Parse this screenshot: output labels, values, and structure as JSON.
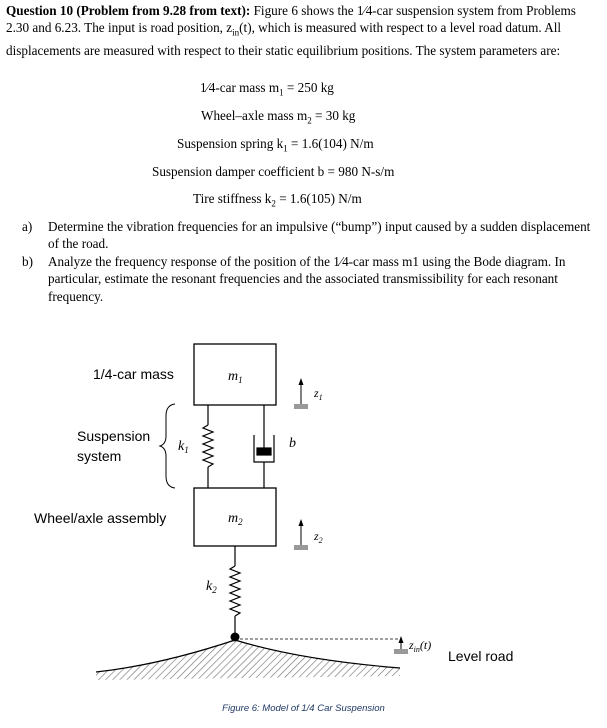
{
  "question": {
    "heading": "Question 10 (Problem from 9.28 from text):",
    "intro_1": " Figure 6 shows the 1⁄4-car suspension system from Problems 2.30 and 6.23. The input is road position, z",
    "intro_sub": "in",
    "intro_2": "(t), which is measured with respect to a level road datum. All displacements are measured with respect to their static equilibrium positions. The system parameters are:"
  },
  "parameters": [
    {
      "name": "1⁄4-car mass m",
      "sub": "1",
      "value": " = 250 kg"
    },
    {
      "name": "Wheel–axle mass m",
      "sub": "2",
      "value": " = 30 kg"
    },
    {
      "name": "Suspension spring k",
      "sub": "1",
      "value": " = 1.6(104) N/m"
    },
    {
      "name": "Suspension damper coefficient b",
      "sub": "",
      "value": " = 980 N-s/m"
    },
    {
      "name": "Tire stiffness k",
      "sub": "2",
      "value": " = 1.6(105) N/m"
    }
  ],
  "tasks": [
    {
      "label": "a)",
      "text": "Determine the vibration frequencies for an impulsive (“bump”) input caused by a sudden displacement of the road."
    },
    {
      "label": "b)",
      "text": "Analyze the frequency response of the position of the 1⁄4-car mass m1 using the Bode diagram. In particular, estimate the resonant frequencies and the associated transmissibility for each resonant frequency."
    }
  ],
  "figure": {
    "label_car_mass": "1/4-car mass",
    "label_suspension_1": "Suspension",
    "label_suspension_2": "system",
    "label_wheel_axle": "Wheel/axle assembly",
    "mass1": "m",
    "mass1_sub": "1",
    "mass2": "m",
    "mass2_sub": "2",
    "spring1": "k",
    "spring1_sub": "1",
    "spring2": "k",
    "spring2_sub": "2",
    "damper": "b",
    "disp1": "z",
    "disp1_sub": "1",
    "disp2": "z",
    "disp2_sub": "2",
    "input": "z",
    "input_sub": "in",
    "input_arg": "(t)",
    "road_label": "Level road"
  },
  "caption": "Figure 6: Model of 1/4 Car Suspension"
}
